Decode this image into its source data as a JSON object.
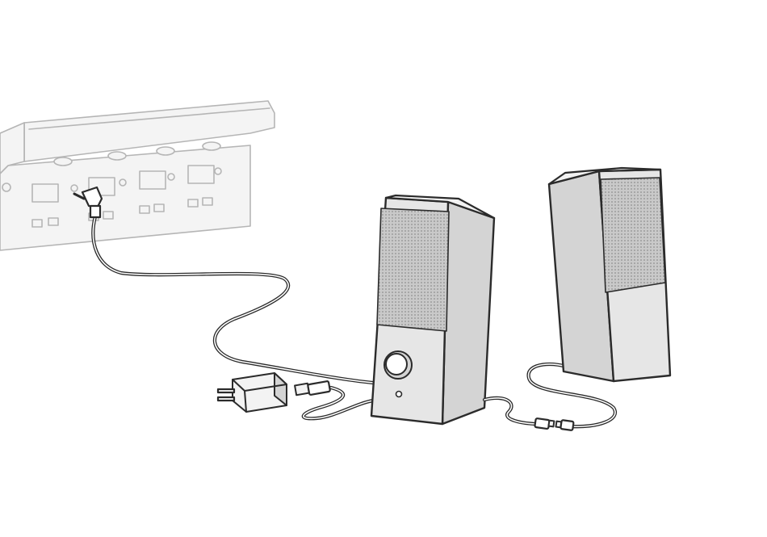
{
  "diagram": {
    "type": "illustration",
    "style": "line-art",
    "colors": {
      "background": "#ffffff",
      "outline": "#2b2b2b",
      "faded_outline": "#b5b5b5",
      "faded_fill": "#f4f4f4",
      "speaker_fill": "#e6e6e6",
      "speaker_side": "#d4d4d4",
      "grille_fill": "#c9c9c9",
      "cable": "#2b2b2b"
    },
    "components": [
      {
        "id": "computer-rear-panel",
        "icon": "computer-ports-icon",
        "faded": true
      },
      {
        "id": "audio-jack-plug",
        "icon": "3.5mm-angled-plug-icon"
      },
      {
        "id": "audio-cable",
        "icon": "cable-icon"
      },
      {
        "id": "power-adapter",
        "icon": "ac-adapter-icon"
      },
      {
        "id": "usb-connector",
        "icon": "usb-plug-icon"
      },
      {
        "id": "left-speaker",
        "icon": "speaker-with-volume-knob-icon"
      },
      {
        "id": "speaker-link-cable",
        "icon": "cable-icon"
      },
      {
        "id": "cable-connector-pair",
        "icon": "rj-plug-icon"
      },
      {
        "id": "right-speaker",
        "icon": "speaker-icon"
      }
    ]
  }
}
